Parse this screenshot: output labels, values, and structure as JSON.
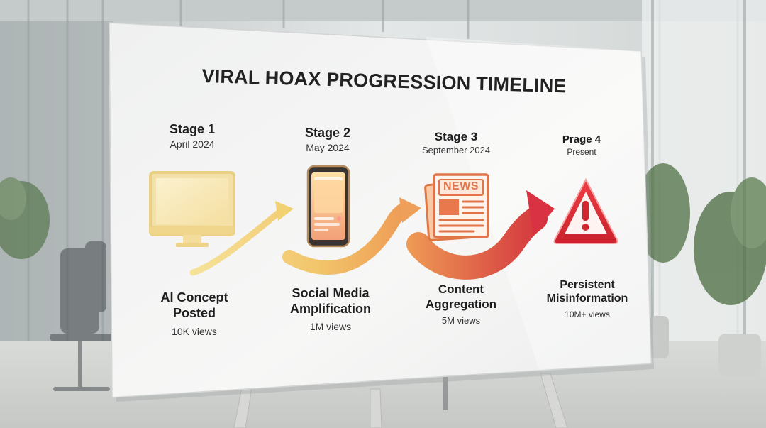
{
  "title": "VIRAL HOAX PROGRESSION TIMELINE",
  "stages": [
    {
      "stage": "Stage 1",
      "date": "April 2024",
      "label_line1": "AI Concept",
      "label_line2": "Posted",
      "views": "10K views",
      "icon": "desktop-monitor-icon"
    },
    {
      "stage": "Stage 2",
      "date": "May 2024",
      "label_line1": "Social Media",
      "label_line2": "Amplification",
      "views": "1M views",
      "icon": "smartphone-icon"
    },
    {
      "stage": "Stage 3",
      "date": "September 2024",
      "label_line1": "Content",
      "label_line2": "Aggregation",
      "views": "5M views",
      "icon": "newspaper-icon",
      "icon_text": "NEWS"
    },
    {
      "stage": "Prage 4",
      "date": "Present",
      "label_line1": "Persistent",
      "label_line2": "Misinformation",
      "views": "10M+ views",
      "icon": "warning-triangle-icon"
    }
  ],
  "colors": {
    "arrow_start": "#f3d77e",
    "arrow_mid": "#ee9a55",
    "arrow_end": "#d12c3c",
    "warning_red": "#e02a35"
  }
}
